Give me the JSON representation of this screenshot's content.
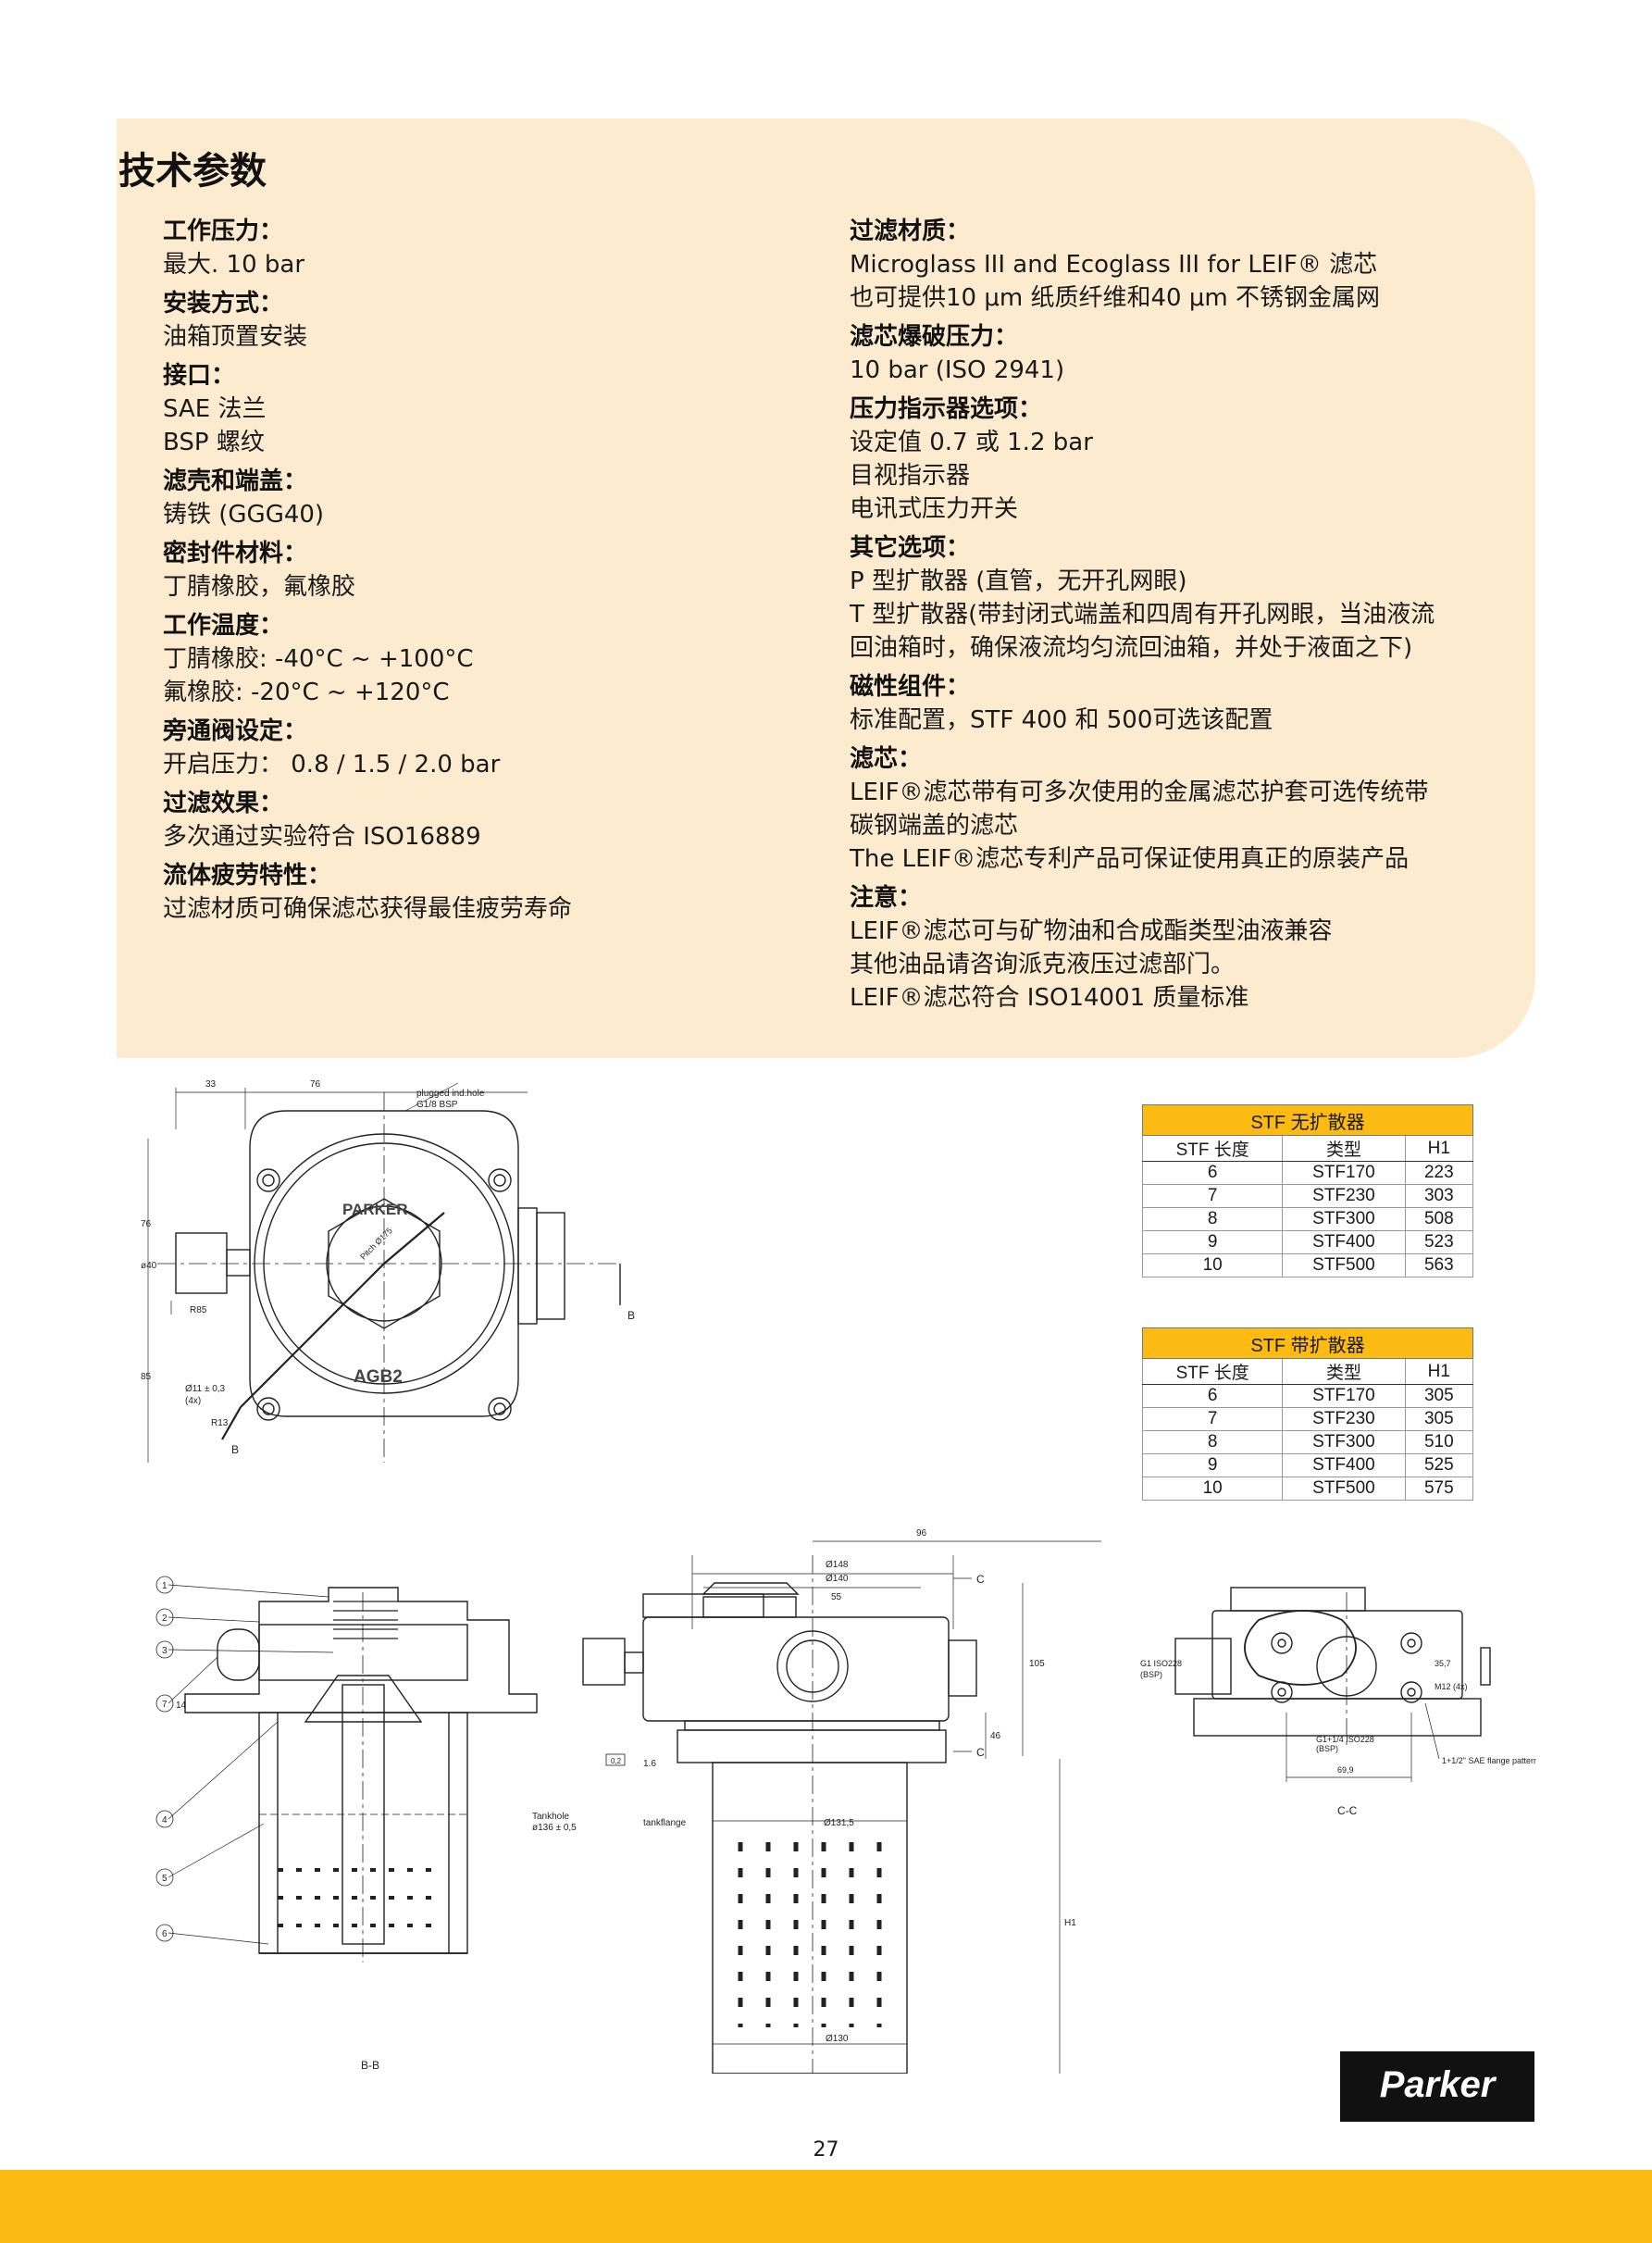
{
  "section_title": "技术参数",
  "left_specs": [
    {
      "heading": "工作压力：",
      "lines": [
        "最大. 10 bar"
      ]
    },
    {
      "heading": "安装方式：",
      "lines": [
        "油箱顶置安装"
      ]
    },
    {
      "heading": "接口：",
      "lines": [
        "SAE 法兰",
        "BSP 螺纹"
      ]
    },
    {
      "heading": "滤壳和端盖：",
      "lines": [
        "铸铁 (GGG40)"
      ]
    },
    {
      "heading": "密封件材料：",
      "lines": [
        "丁腈橡胶，氟橡胶"
      ]
    },
    {
      "heading": "工作温度：",
      "lines": [
        "丁腈橡胶: -40°C ~ +100°C",
        "氟橡胶: -20°C ~ +120°C"
      ]
    },
    {
      "heading": "旁通阀设定：",
      "lines": [
        "开启压力： 0.8 / 1.5 / 2.0 bar"
      ]
    },
    {
      "heading": "过滤效果：",
      "lines": [
        "多次通过实验符合 ISO16889"
      ]
    },
    {
      "heading": "流体疲劳特性：",
      "lines": [
        "过滤材质可确保滤芯获得最佳疲劳寿命"
      ]
    }
  ],
  "right_specs": [
    {
      "heading": "过滤材质：",
      "lines": [
        "Microglass III and Ecoglass III for LEIF® 滤芯",
        "也可提供10 μm 纸质纤维和40 μm 不锈钢金属网"
      ]
    },
    {
      "heading": "滤芯爆破压力：",
      "lines": [
        "10 bar (ISO 2941)"
      ]
    },
    {
      "heading": "压力指示器选项：",
      "lines": [
        "设定值 0.7 或 1.2 bar",
        "目视指示器",
        "电讯式压力开关"
      ]
    },
    {
      "heading": "其它选项：",
      "lines": [
        "P 型扩散器 (直管，无开孔网眼)",
        "T 型扩散器(带封闭式端盖和四周有开孔网眼，当油液流",
        "回油箱时，确保液流均匀流回油箱，并处于液面之下)"
      ]
    },
    {
      "heading": "磁性组件：",
      "lines": [
        "标准配置，STF 400 和 500可选该配置"
      ]
    },
    {
      "heading": "滤芯：",
      "lines": [
        "LEIF®滤芯带有可多次使用的金属滤芯护套可选传统带",
        "碳钢端盖的滤芯",
        "The LEIF®滤芯专利产品可保证使用真正的原装产品"
      ]
    },
    {
      "heading": "注意：",
      "lines": [
        "LEIF®滤芯可与矿物油和合成酯类型油液兼容",
        "其他油品请咨询派克液压过滤部门。",
        "LEIF®滤芯符合 ISO14001 质量标准"
      ]
    }
  ],
  "drawing_labels": {
    "dim_33": "33",
    "dim_76_top": "76",
    "plugged": "plugged ind.hole",
    "g18": "G1/8 BSP",
    "dim_76_side": "76",
    "dim_40": "ø40",
    "r85": "R85",
    "dim_85": "85",
    "d11": "Ø11 ± 0,3",
    "x4": "(4x)",
    "r13": "R13",
    "b1": "B",
    "b2": "B",
    "brand": "PARKER",
    "model": "AGB2",
    "pitch": "Pitch Ø175",
    "n1": "1",
    "n2": "2",
    "n3": "3",
    "n7": "7",
    "n4": "4",
    "n5": "5",
    "n6": "6",
    "d14": "14",
    "tankhole": "Tankhole",
    "tankhole_d": "ø136 ± 0,5",
    "bb": "B-B",
    "d96": "96",
    "d148": "Ø148",
    "d140": "Ø140",
    "d55": "55",
    "c1": "C",
    "c2": "C",
    "d105": "105",
    "d46": "46",
    "flat": "0,2",
    "r16": "1.6",
    "tankflange": "tankflange",
    "d1315": "Ø131,5",
    "h1": "H1",
    "d130": "Ø130",
    "g1": "G1 ISO228",
    "bsp1": "(BSP)",
    "d357": "35,7",
    "m12": "M12 (4x)",
    "g114": "G1+1/4 ISO228",
    "bsp2": "(BSP)",
    "sae": "1+1/2\" SAE flange pattern",
    "d699": "69,9",
    "cc": "C-C"
  },
  "table_no_diffuser": {
    "caption": "STF 无扩散器",
    "headers": [
      "STF 长度",
      "类型",
      "H1"
    ],
    "rows": [
      [
        "6",
        "STF170",
        "223"
      ],
      [
        "7",
        "STF230",
        "303"
      ],
      [
        "8",
        "STF300",
        "508"
      ],
      [
        "9",
        "STF400",
        "523"
      ],
      [
        "10",
        "STF500",
        "563"
      ]
    ]
  },
  "table_with_diffuser": {
    "caption": "STF 带扩散器",
    "headers": [
      "STF 长度",
      "类型",
      "H1"
    ],
    "rows": [
      [
        "6",
        "STF170",
        "305"
      ],
      [
        "7",
        "STF230",
        "305"
      ],
      [
        "8",
        "STF300",
        "510"
      ],
      [
        "9",
        "STF400",
        "525"
      ],
      [
        "10",
        "STF500",
        "575"
      ]
    ]
  },
  "logo_text": "Parker",
  "page_number": "27",
  "colors": {
    "panel": "#fdebd0",
    "accent": "#fbbb12"
  }
}
